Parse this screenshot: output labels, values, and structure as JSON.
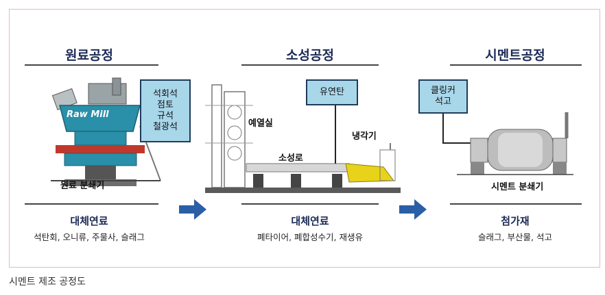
{
  "stages": [
    {
      "title": "원료공정",
      "callout": [
        "석회석",
        "점토",
        "규석",
        "철광석"
      ],
      "machine_text": "Raw Mill",
      "machine_label": "원료 분쇄기",
      "alt_title": "대체연료",
      "alt_items": "석탄회, 오니류, 주물사, 슬래그"
    },
    {
      "title": "소성공정",
      "callout": [
        "유연탄"
      ],
      "labels": {
        "preheater": "예열실",
        "kiln": "소성로",
        "cooler": "냉각기"
      },
      "alt_title": "대체연료",
      "alt_items": "폐타이어, 폐합성수기, 재생유"
    },
    {
      "title": "시멘트공정",
      "callout": [
        "클링커",
        "석고"
      ],
      "machine_label": "시멘트 분쇄기",
      "alt_title": "첨가재",
      "alt_items": "슬래그, 부산물, 석고"
    }
  ],
  "caption": "시멘트 제조 공정도",
  "colors": {
    "callout_fill": "#a9d7ea",
    "arrow": "#2a5fa8",
    "mill": "#2a8fa8",
    "cooler": "#e8d21a"
  }
}
